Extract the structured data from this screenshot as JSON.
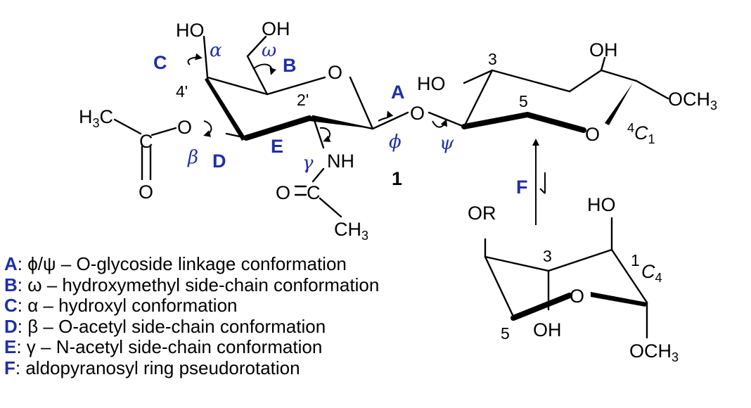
{
  "structure": {
    "compound_number": "1",
    "ring_atoms": {
      "O": "O",
      "num_2p": "2'",
      "num_4p": "4'",
      "num_3": "3",
      "num_5": "5"
    },
    "groups": {
      "HO_4": "HO",
      "OH_6": "OH",
      "H3C": "H3C",
      "acetyl_O": "O",
      "carbonyl_C": "C",
      "carbonyl_O": "O",
      "NH": "NH",
      "amide_O": "O",
      "amide_C": "C",
      "CH3": "CH3",
      "glyco_O": "O",
      "HO_right": "HO",
      "OH_right": "OH",
      "OCH3_top": "OCH3",
      "OR": "OR",
      "HO_bottom": "HO",
      "OH_bottom": "OH",
      "OCH3_bottom": "OCH3"
    },
    "conformer_labels": {
      "top": "4C1",
      "bottom": "1C4"
    },
    "torsion_labels": {
      "alpha": "α",
      "omega": "ω",
      "beta": "β",
      "gamma": "γ",
      "phi": "ϕ",
      "psi": "ψ"
    },
    "letter_labels": {
      "A": "A",
      "B": "B",
      "C": "C",
      "D": "D",
      "E": "E",
      "F": "F"
    }
  },
  "legend": [
    {
      "key": "A",
      "text": ": ϕ/ψ – O-glycoside linkage conformation"
    },
    {
      "key": "B",
      "text": ": ω – hydroxymethyl side-chain conformation"
    },
    {
      "key": "C",
      "text": ": α – hydroxyl conformation"
    },
    {
      "key": "D",
      "text": ": β – O-acetyl side-chain conformation"
    },
    {
      "key": "E",
      "text": ": γ – N-acetyl side-chain conformation"
    },
    {
      "key": "F",
      "text": ": aldopyranosyl ring pseudorotation"
    }
  ],
  "colors": {
    "accent": "#1f2fa8",
    "ink": "#000000"
  }
}
